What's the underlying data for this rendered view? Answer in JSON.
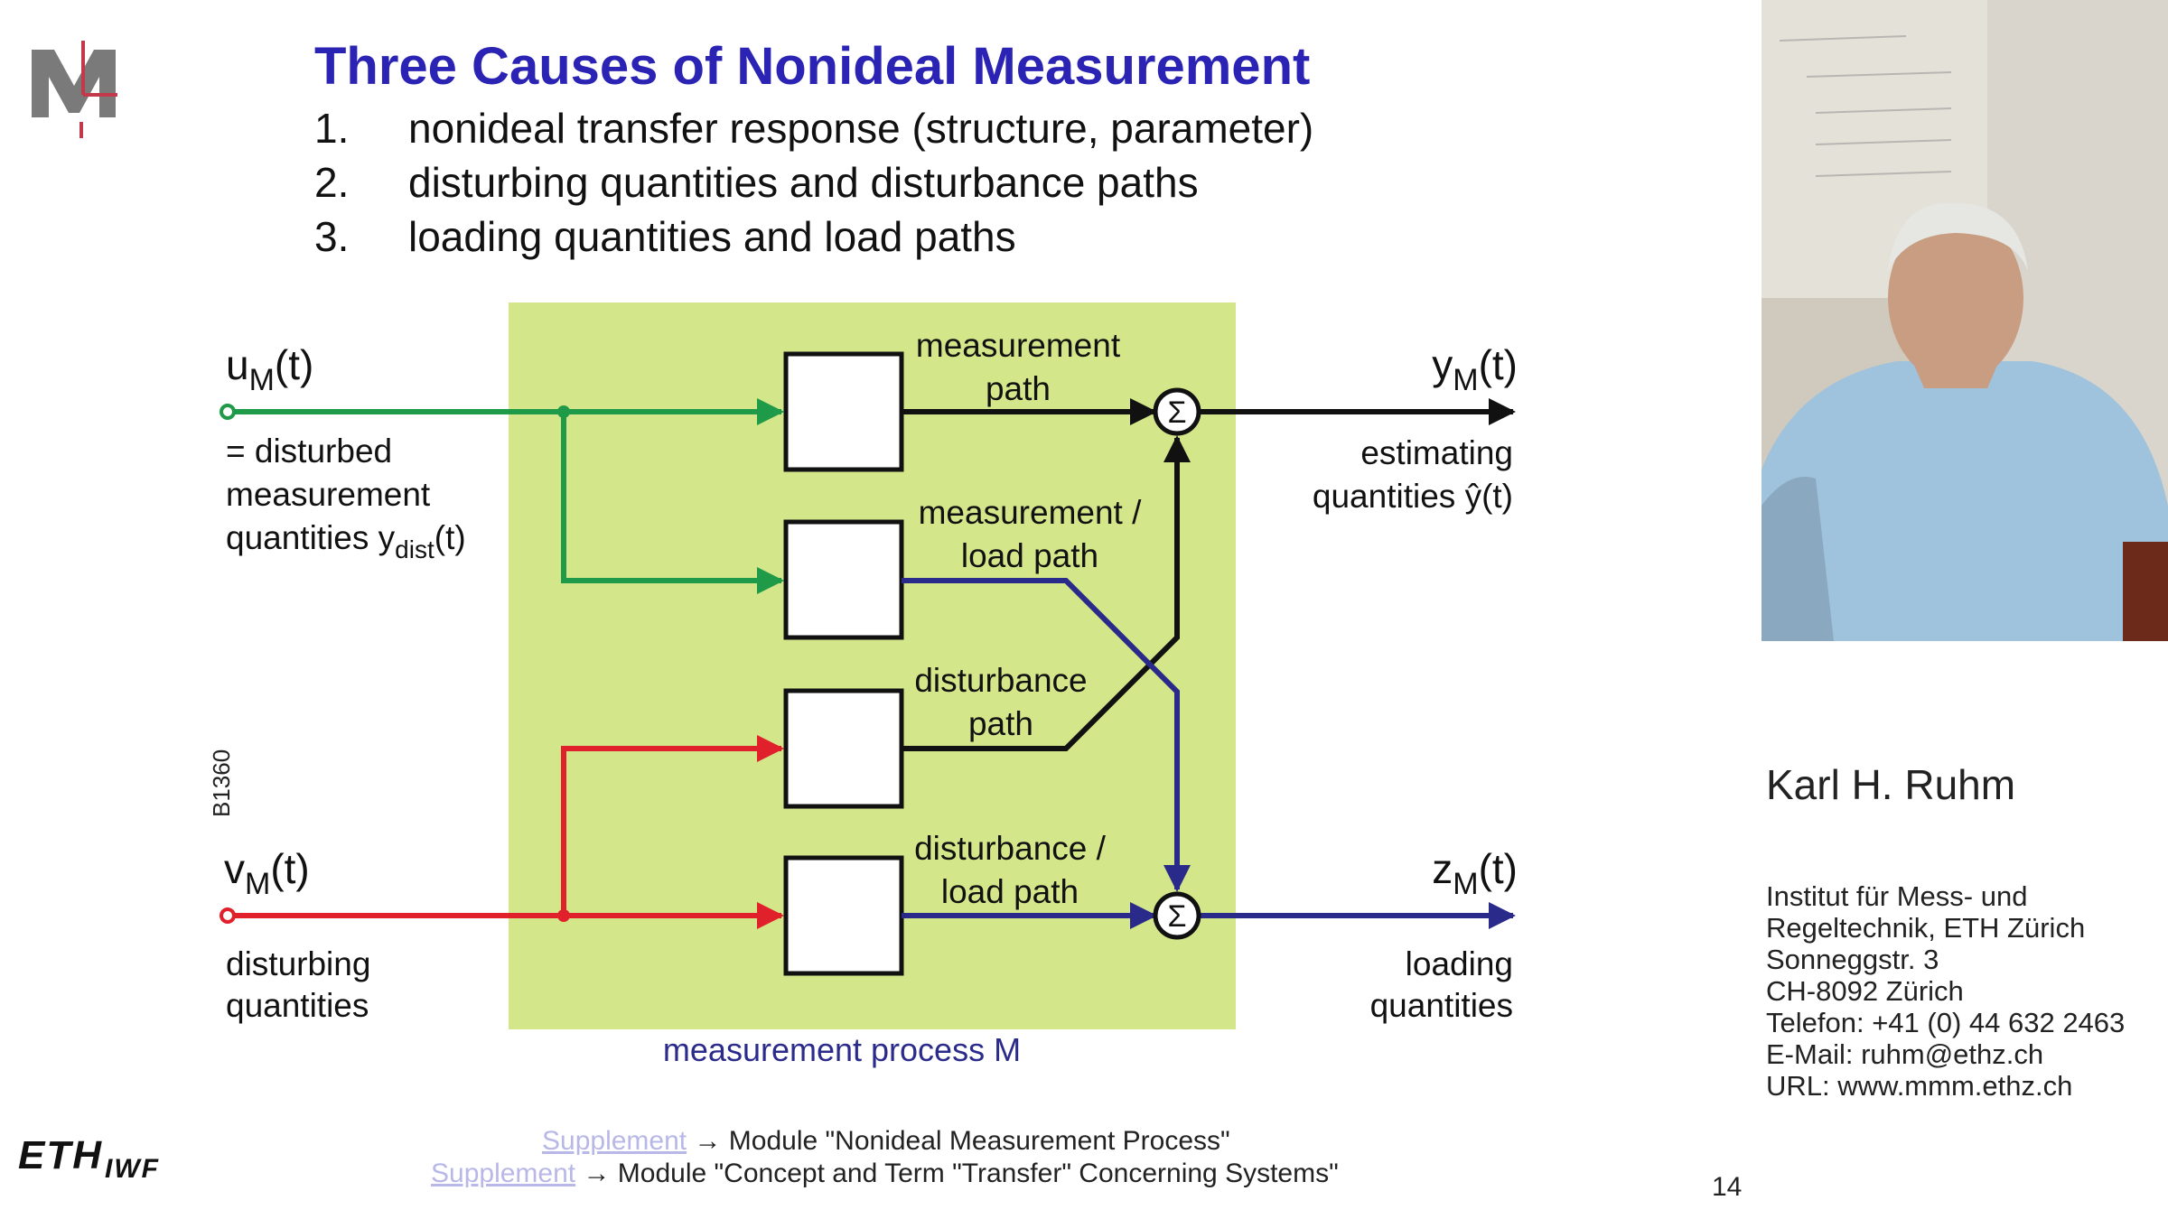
{
  "slide": {
    "title": "Three Causes of Nonideal Measurement",
    "list": [
      {
        "num": "1.",
        "text": "nonideal transfer response (structure, parameter)"
      },
      {
        "num": "2.",
        "text": "disturbing quantities and disturbance paths"
      },
      {
        "num": "3.",
        "text": "loading quantities and load paths"
      }
    ]
  },
  "diagram": {
    "input_u": {
      "symbol": "u",
      "sub": "M",
      "arg": "(t)"
    },
    "input_u_desc": [
      "= disturbed",
      "measurement",
      "quantities y"
    ],
    "input_u_desc_sub": "dist",
    "input_u_desc_tail": "(t)",
    "input_v": {
      "symbol": "v",
      "sub": "M",
      "arg": "(t)"
    },
    "input_v_desc": [
      "disturbing",
      "quantities"
    ],
    "output_y": {
      "symbol": "y",
      "sub": "M",
      "arg": "(t)"
    },
    "output_y_desc": [
      "estimating",
      "quantities ŷ(t)"
    ],
    "output_z": {
      "symbol": "z",
      "sub": "M",
      "arg": "(t)"
    },
    "output_z_desc": [
      "loading",
      "quantities"
    ],
    "paths": [
      [
        "measurement",
        "path"
      ],
      [
        "measurement /",
        "load path"
      ],
      [
        "disturbance",
        "path"
      ],
      [
        "disturbance /",
        "load path"
      ]
    ],
    "sum_symbol": "Σ",
    "process_label": "measurement process M",
    "code": "B1360",
    "colors": {
      "green": "#1f9a48",
      "red": "#e0202a",
      "blue": "#2a2a8a",
      "black": "#111111",
      "process_bg": "#d4e68a"
    }
  },
  "supplements": [
    {
      "link": "Supplement",
      "text": "→ Module \"Nonideal Measurement Process\""
    },
    {
      "link": "Supplement",
      "text": "→ Module \"Concept and Term \"Transfer\" Concerning Systems\""
    }
  ],
  "footer": {
    "eth": "ETH",
    "iwf": "IWF",
    "page": "14"
  },
  "speaker": {
    "name": "Karl H. Ruhm",
    "contact": [
      "Institut für Mess- und",
      "Regeltechnik, ETH Zürich",
      "Sonneggstr. 3",
      "CH-8092 Zürich",
      "Telefon: +41 (0) 44 632 2463",
      "E-Mail: ruhm@ethz.ch",
      "URL: www.mmm.ethz.ch"
    ]
  }
}
